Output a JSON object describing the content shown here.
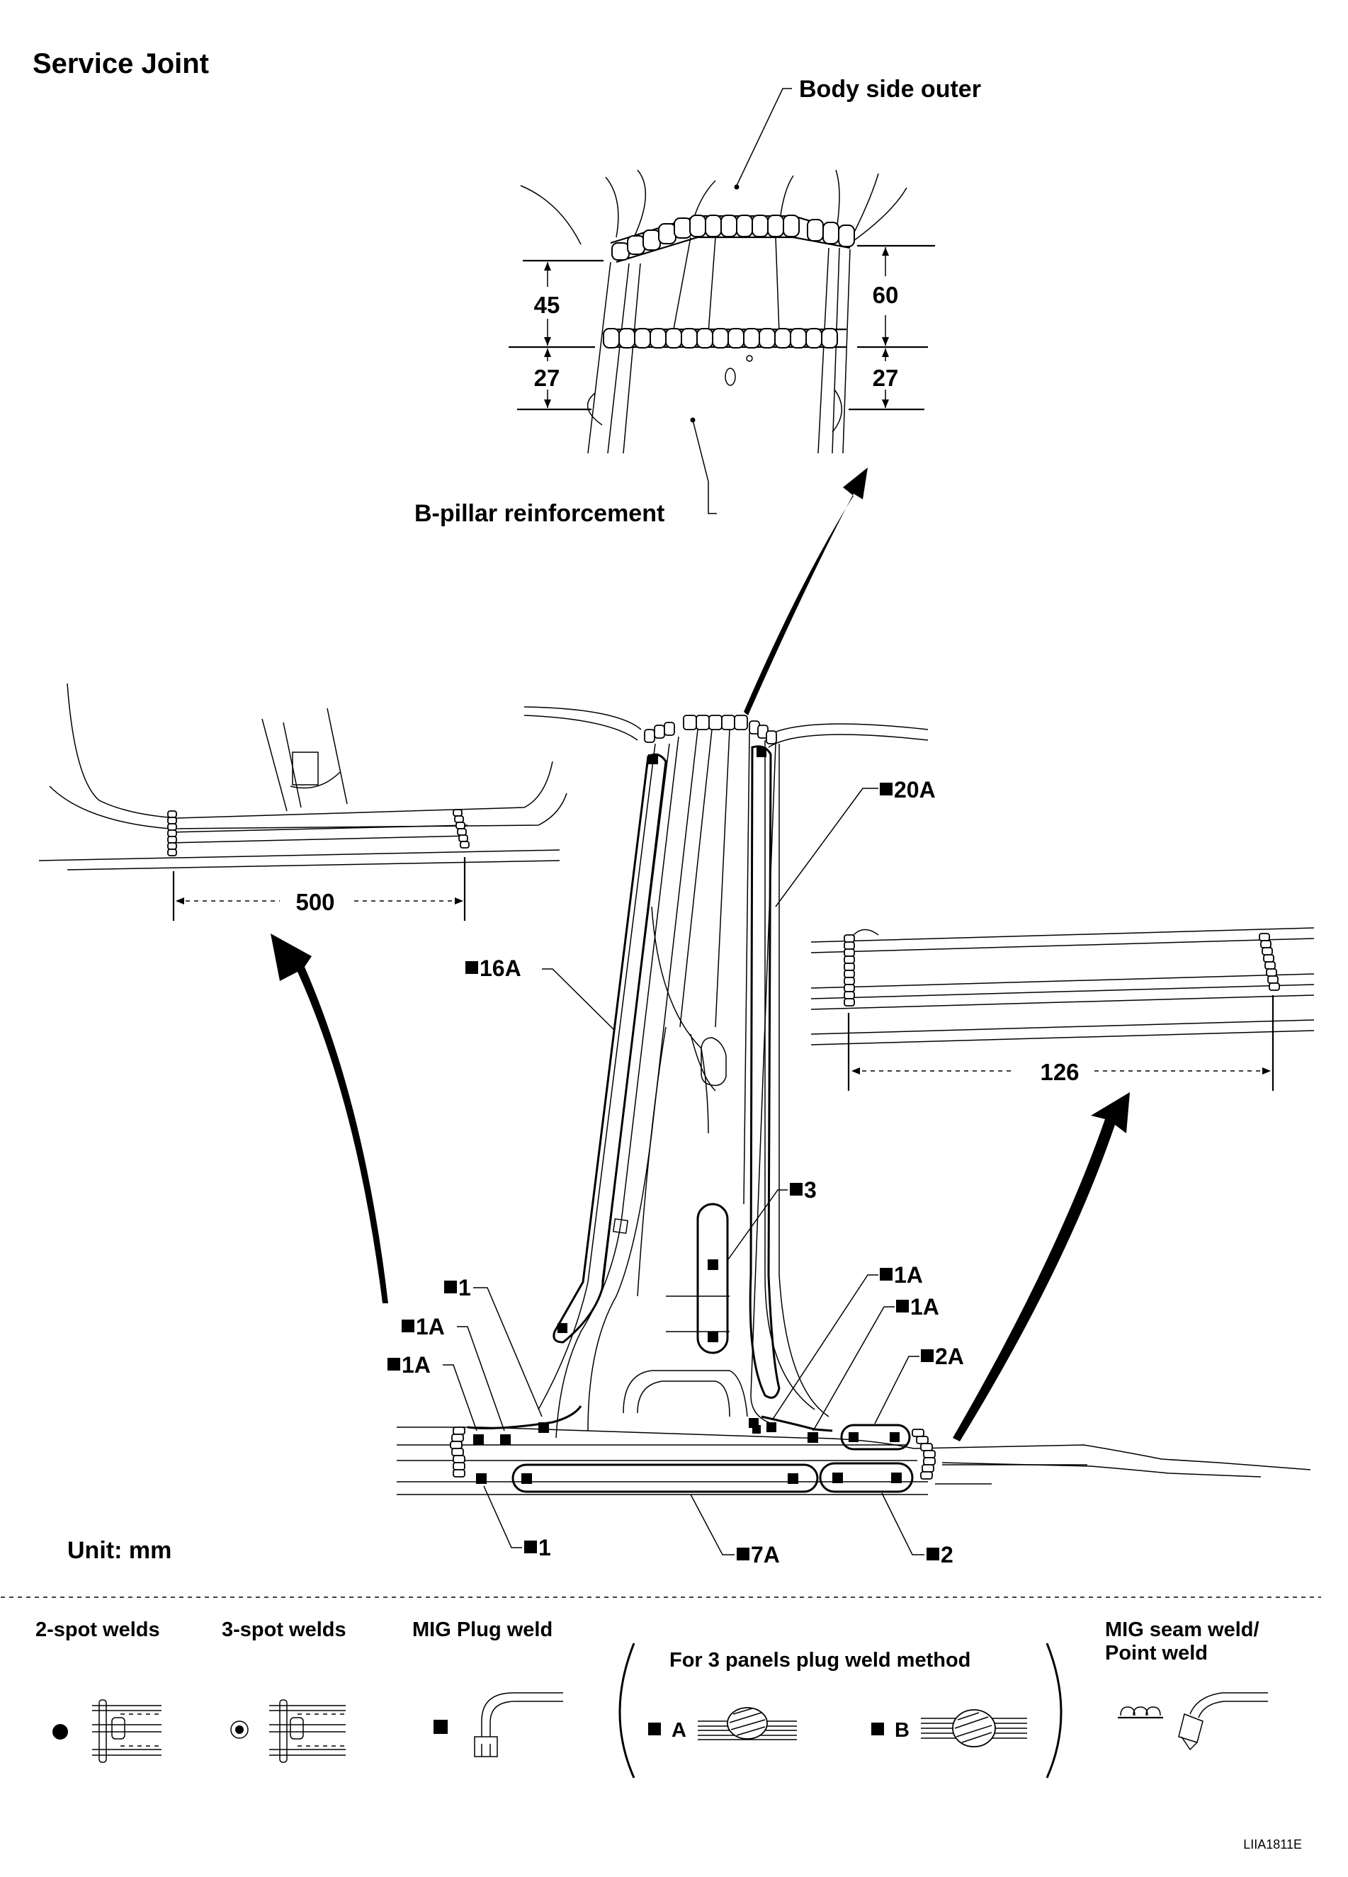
{
  "title": "Service Joint",
  "unit_label": "Unit: mm",
  "figure_code": "LIIA1811E",
  "detail_top": {
    "body_side_outer": "Body side outer",
    "b_pillar_reinforcement": "B-pillar reinforcement",
    "dims": {
      "left_upper": "45",
      "right_upper": "60",
      "left_lower": "27",
      "right_lower": "27"
    }
  },
  "detail_left": {
    "dim": "500"
  },
  "detail_right": {
    "dim": "126"
  },
  "weld_labels": {
    "w20A": "20A",
    "w16A": "16A",
    "w3": "3",
    "w1_upper": "1",
    "w1A_a": "1A",
    "w1A_b": "1A",
    "w1A_r1": "1A",
    "w1A_r2": "1A",
    "w2A": "2A",
    "w1_lower": "1",
    "w7A": "7A",
    "w2": "2"
  },
  "legend": {
    "spot2": "2-spot welds",
    "spot3": "3-spot welds",
    "mig_plug": "MIG Plug weld",
    "three_panels": "For 3 panels plug weld method",
    "method_a": "A",
    "method_b": "B",
    "mig_seam_line1": "MIG seam weld/",
    "mig_seam_line2": "Point weld"
  }
}
